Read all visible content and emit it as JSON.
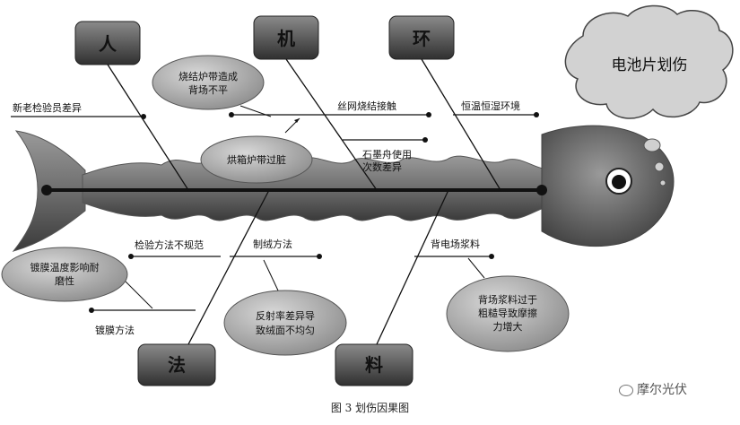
{
  "head_cloud": "电池片划伤",
  "categories": {
    "ren": "人",
    "ji": "机",
    "huan": "环",
    "fa": "法",
    "liao": "料"
  },
  "causes": {
    "inspector_diff": "新老检验员差异",
    "furnace_uneven_1": "烧结炉带造成",
    "furnace_uneven_2": "背场不平",
    "furnace_dirty": "烘箱炉带过脏",
    "screen_contact": "丝网烧结接触",
    "graphite_1": "石墨舟使用",
    "graphite_2": "次数差异",
    "temp_humidity": "恒温恒湿环境",
    "inspection_method": "检验方法不规范",
    "texture_method": "制绒方法",
    "coating_temp_1": "镀膜温度影响耐",
    "coating_temp_2": "磨性",
    "coating_method": "镀膜方法",
    "reflect_1": "反射率差异导",
    "reflect_2": "致绒面不均匀",
    "paste": "背电场浆料",
    "paste_rough_1": "背场浆料过于",
    "paste_rough_2": "粗糙导致摩擦",
    "paste_rough_3": "力增大"
  },
  "caption": "图 3 划伤因果图",
  "watermark": "摩尔光伏"
}
